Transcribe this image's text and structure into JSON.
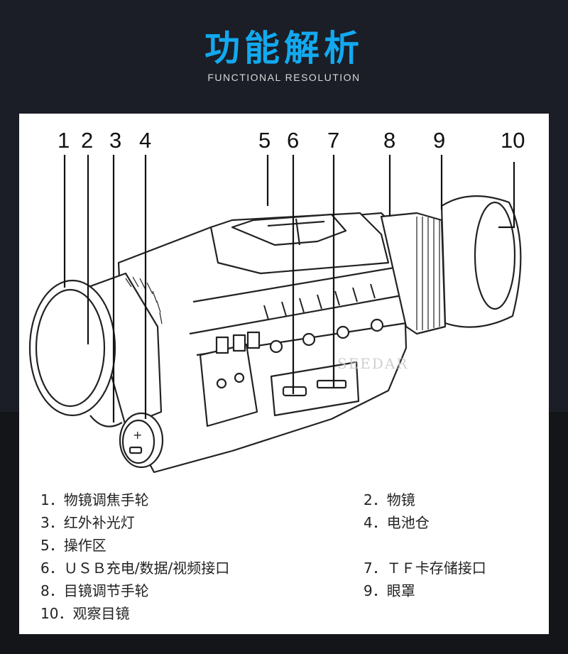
{
  "header": {
    "title": "功能解析",
    "subtitle": "FUNCTIONAL RESOLUTION"
  },
  "diagram": {
    "callouts": [
      "1",
      "2",
      "3",
      "4",
      "5",
      "6",
      "7",
      "8",
      "9",
      "10"
    ],
    "watermark": "SEEDAR"
  },
  "legend": [
    {
      "num": "1．",
      "label": "物镜调焦手轮"
    },
    {
      "num": "2．",
      "label": "物镜"
    },
    {
      "num": "3．",
      "label": "红外补光灯"
    },
    {
      "num": "4．",
      "label": "电池仓"
    },
    {
      "num": "5．",
      "label": "操作区"
    },
    {
      "num": "6．",
      "label": "ＵＳＢ充电/数据/视频接口"
    },
    {
      "num": "7．",
      "label": "ＴＦ卡存储接口"
    },
    {
      "num": "8．",
      "label": "目镜调节手轮"
    },
    {
      "num": "9．",
      "label": "眼罩"
    },
    {
      "num": "10．",
      "label": "观察目镜"
    }
  ],
  "colors": {
    "accent": "#12a9f0",
    "background": "#1b1e26",
    "panel": "#ffffff"
  }
}
